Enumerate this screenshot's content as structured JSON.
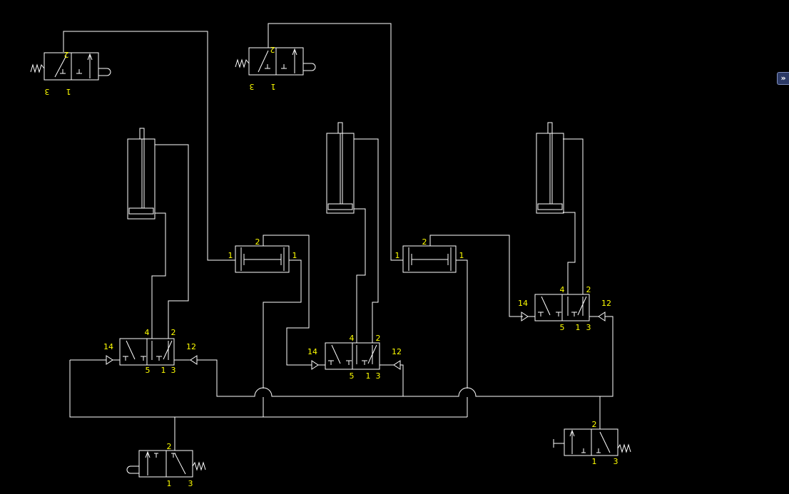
{
  "colors": {
    "background": "#000000",
    "line": "#ffffff",
    "port_label": "#ffff00",
    "panel_button": "#2c3a66"
  },
  "panel_toggle": {
    "icon": "double-chevron-right-icon",
    "glyph": "»"
  },
  "labels": {
    "p1": "1",
    "p2": "2",
    "p3": "3",
    "p4": "4",
    "p5": "5",
    "p12": "12",
    "p14": "14"
  }
}
